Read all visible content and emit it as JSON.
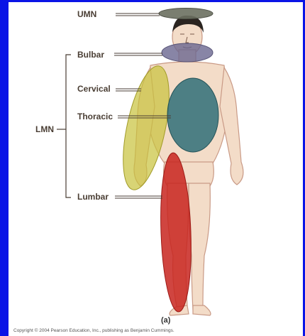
{
  "labels": {
    "umn": "UMN",
    "bulbar": "Bulbar",
    "cervical": "Cervical",
    "thoracic": "Thoracic",
    "lmn": "LMN",
    "lumbar": "Lumbar",
    "figure": "(a)"
  },
  "copyright": "Copyright © 2004 Pearson Education, Inc., publishing as Benjamin Cummings.",
  "colors": {
    "frame": "#0a14e6",
    "umn_region": "#6b7060",
    "bulbar_region": "#6a6690",
    "cervical_region": "#c8c23a",
    "thoracic_region": "#2f6f78",
    "lumbar_region": "#c8241e",
    "skin": "#f3dcc8",
    "skin_outline": "#c99a86"
  }
}
